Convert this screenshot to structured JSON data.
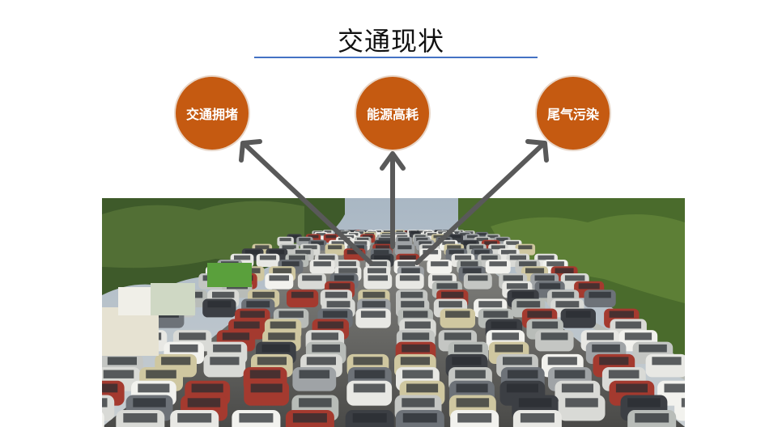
{
  "title": "交通现状",
  "colors": {
    "bubble": "#c55a11",
    "arrow": "#595959",
    "rule": "#4472c4"
  },
  "bubbles": [
    {
      "label": "交通拥堵"
    },
    {
      "label": "能源高耗"
    },
    {
      "label": "尾气污染"
    }
  ],
  "photo": {
    "subject": "traffic-jam-photo"
  }
}
